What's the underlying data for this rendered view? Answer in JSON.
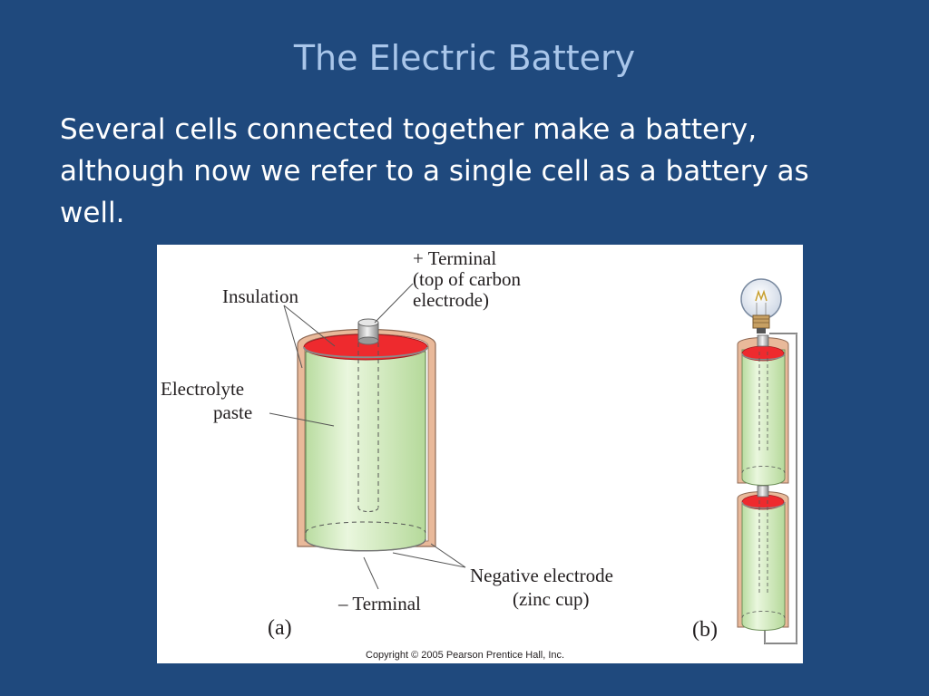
{
  "slide": {
    "title": "The Electric Battery",
    "body": "Several cells connected together make a battery, although now we refer to a single cell as a battery as well."
  },
  "figure": {
    "labels": {
      "plus_terminal": "+ Terminal",
      "carbon_line1": "(top of carbon",
      "carbon_line2": "electrode)",
      "insulation": "Insulation",
      "electrolyte_line1": "Electrolyte",
      "electrolyte_line2": "paste",
      "negative_electrode": "Negative electrode",
      "zinc_cup": "(zinc cup)",
      "minus_terminal": "– Terminal",
      "panel_a": "(a)",
      "panel_b": "(b)"
    },
    "copyright": "Copyright © 2005 Pearson Prentice Hall, Inc."
  },
  "colors": {
    "background": "#1f497d",
    "title": "#a9c6ea",
    "body_text": "#ffffff",
    "paste_green": "#d7efc4",
    "electrolyte_red": "#ee2a2e",
    "insulation_tan": "#e9b99a"
  }
}
